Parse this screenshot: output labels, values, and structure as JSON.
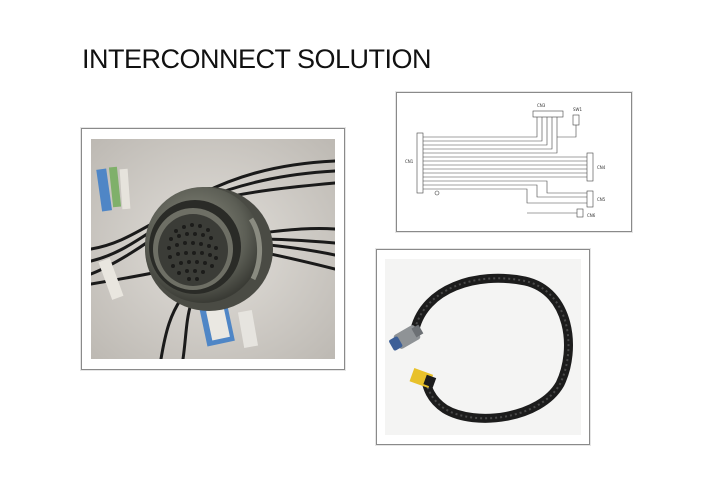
{
  "slide": {
    "title": "INTERCONNECT SOLUTION"
  },
  "images": {
    "connector_photo": {
      "icon": "circular-connector-photo"
    },
    "schematic": {
      "icon": "wiring-schematic",
      "labels": {
        "left_connector": "CN1",
        "top_connector": "CN3",
        "top_right": "SW1",
        "right_upper": "CN4",
        "right_lower": "CN5",
        "bottom_right": "CN6"
      }
    },
    "harness_photo": {
      "icon": "cable-harness-photo"
    }
  },
  "colors": {
    "frame_border": "#8a8a8a",
    "cable_black": "#1c1c1c",
    "connector_yellow": "#e8c12a",
    "connector_blue": "#3d5f97"
  }
}
